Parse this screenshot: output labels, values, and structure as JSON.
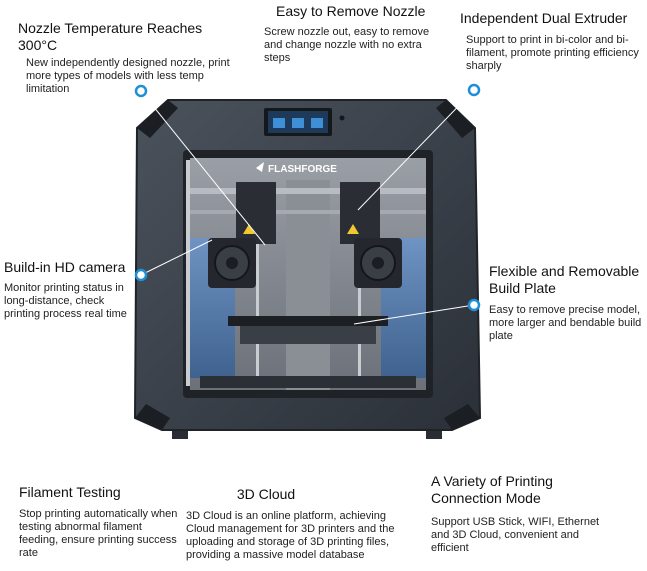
{
  "brand": {
    "logo_text": "FLASHFORGE"
  },
  "features": {
    "nozzle_temp": {
      "title": "Nozzle Temperature Reaches 300°C",
      "desc": "New independently designed nozzle, print more types of models with less temp limitation"
    },
    "easy_remove": {
      "title": "Easy to Remove Nozzle",
      "desc": "Screw nozzle out, easy to remove and change nozzle with no extra steps"
    },
    "dual_extruder": {
      "title": "Independent Dual Extruder",
      "desc": "Support to print in bi-color and bi-filament,  promote printing efficiency  sharply"
    },
    "hd_camera": {
      "title": "Build-in HD camera",
      "desc": "Monitor printing status in long-distance, check printing process real time"
    },
    "build_plate": {
      "title": "Flexible and Removable Build Plate",
      "desc": "Easy to remove precise model,  more larger and bendable build plate"
    },
    "filament_testing": {
      "title": "Filament Testing",
      "desc": "Stop printing automatically  when testing abnormal filament feeding, ensure printing success rate"
    },
    "cloud": {
      "title": "3D Cloud",
      "desc": "3D Cloud is an online platform,  achieving Cloud management for 3D printers and the uploading and storage of 3D printing files,  providing a massive model database"
    },
    "connection": {
      "title": "A Variety of Printing Connection Mode",
      "desc": "Support USB Stick, WIFI,  Ethernet and 3D Cloud, convenient and efficient"
    }
  },
  "colors": {
    "accent_dot": "#1e8fd6",
    "frame": "#3a4048",
    "panel": "#5a7fae"
  }
}
